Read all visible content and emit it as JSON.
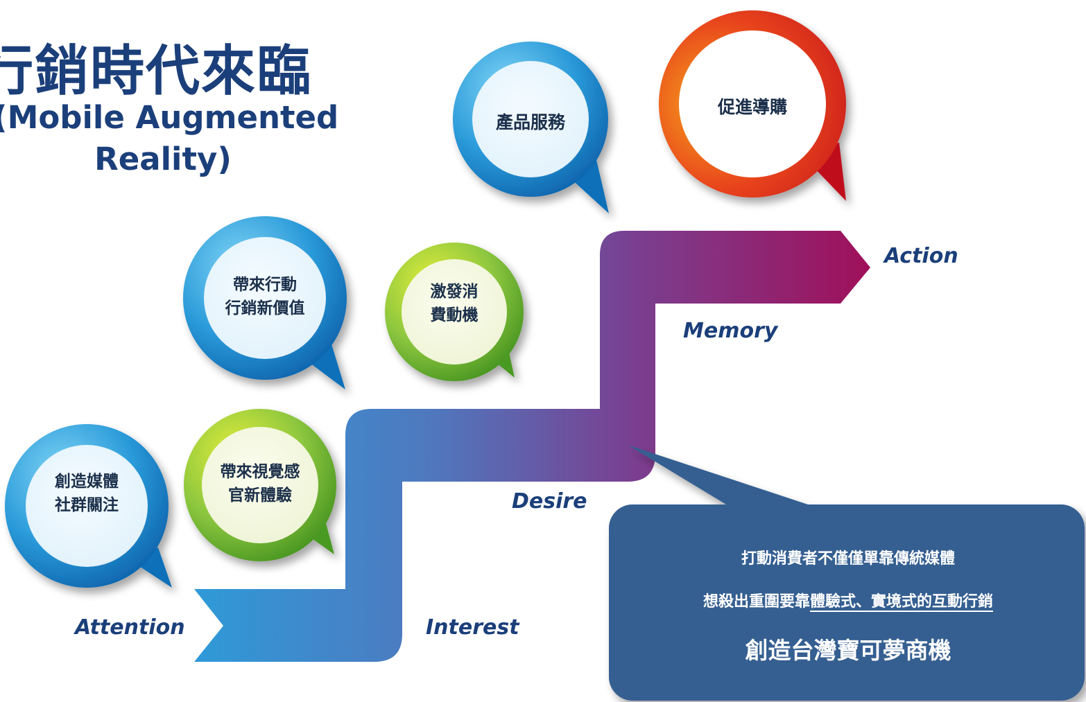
{
  "title": {
    "main": "行銷時代來臨",
    "sub_line1": "(Mobile Augmented",
    "sub_line2": "Reality)"
  },
  "stages": {
    "attention": "Attention",
    "interest": "Interest",
    "desire": "Desire",
    "memory": "Memory",
    "action": "Action"
  },
  "bubbles": {
    "create_media_line1": "創造媒體",
    "create_media_line2": "社群關注",
    "visual_line1": "帶來視覺感",
    "visual_line2": "官新體驗",
    "mobile_value_line1": "帶來行動",
    "mobile_value_line2": "行銷新價值",
    "motivation_line1": "激發消",
    "motivation_line2": "費動機",
    "product_service": "產品服務",
    "promote_purchase": "促進導購"
  },
  "callout": {
    "line1": "打動消費者不僅僅單靠傳統媒體",
    "line2_plain": "想殺出重圍要靠",
    "line2_underlined": "體驗式、實境式的互動行銷",
    "line3": "創造台灣寶可夢商機"
  },
  "colors": {
    "title": "#1b3f7a",
    "arrow_start": "#2f9ad8",
    "arrow_end": "#a0105a",
    "callout_bg": "#365f91",
    "bubble_blue": "#1f86c8",
    "bubble_green": "#8cc63f",
    "bubble_red": "#d62f1f"
  },
  "icons": {
    "bubble_shape": "speech-bubble-icon",
    "arrow_shape": "staircase-arrow-icon"
  }
}
